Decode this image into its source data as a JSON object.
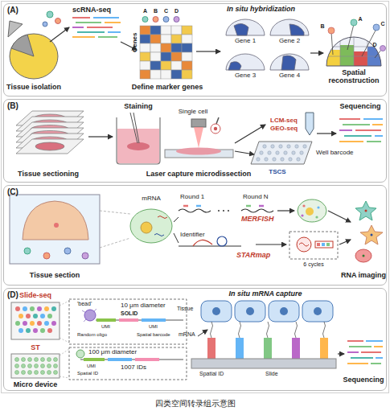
{
  "diagram": {
    "caption": "四类空间转录组示意图",
    "nodes": [
      {
        "text": [
          "(A)"
        ]
      },
      {
        "text": [
          "(B)"
        ]
      },
      {
        "text": [
          "(C)"
        ]
      },
      {
        "text": [
          "(D)"
        ]
      }
    ],
    "labels": [
      "scRNA-seq",
      "In situ hybridization",
      "A",
      "B",
      "C",
      "D",
      "Genes",
      "Gene 1",
      "Gene 2",
      "Gene 3",
      "Gene 4",
      "B",
      "A",
      "C",
      "D",
      "Tissue isolation",
      "Define marker genes",
      "Spatial reconstruction",
      "Staining",
      "Single cell",
      "LCM-seq",
      "GEO-seq",
      "Sequencing",
      "Tissue sectioning",
      "Laser capture microdissection",
      "Well barcode",
      "TSCS",
      "mRNA",
      "Round 1",
      "Round N",
      "MERFISH",
      "Identifier",
      "STARmap",
      "6 cycles",
      "Tissue section",
      "RNA imaging",
      "Slide-seq",
      "'bead'",
      "10 μm diameter",
      "SOLID",
      "UMI",
      "Random oligo",
      "UMI",
      "Spatial barcode",
      "ST",
      "100 μm diameter",
      "1007 IDs",
      "UMI",
      "Spatial ID",
      "Micro device",
      "In situ mRNA capture",
      "Tissue",
      "mRNA",
      "Spatial ID",
      "Slide",
      "Sequencing"
    ]
  }
}
